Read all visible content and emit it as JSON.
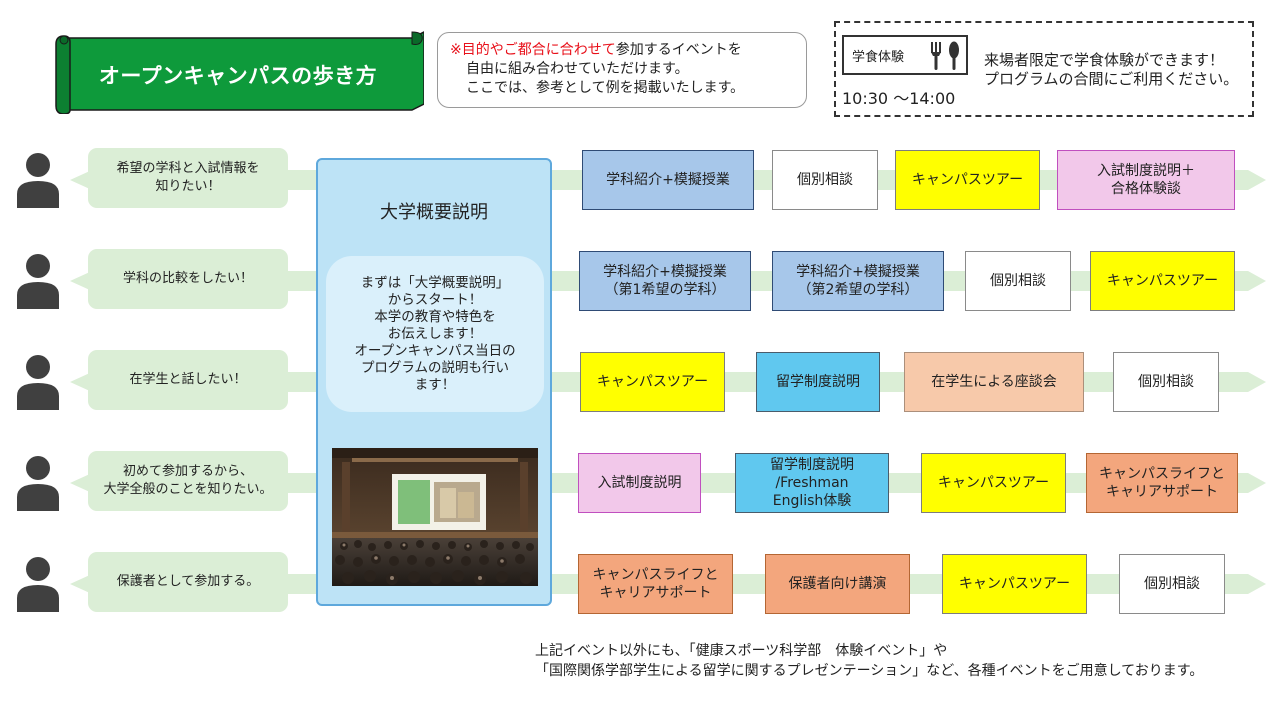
{
  "title": "オープンキャンパスの歩き方",
  "note": {
    "mark": "※",
    "highlight": "目的やご都合に合わせて",
    "line1_rest": "参加するイベントを",
    "line2": "自由に組み合わせていただけます。",
    "line3": "ここでは、参考として例を掲載いたします。"
  },
  "cafeteria": {
    "label": "学食体験",
    "time": "10:30 ～14:00",
    "desc_line1": "来場者限定で学食体験ができます！",
    "desc_line2": "プログラムの合間にご利用ください。"
  },
  "overview": {
    "title": "大学概要説明",
    "desc": "まずは「大学概要説明」\nからスタート！\n本学の教育や特色を\nお伝えします！\nオープンキャンパス当日の\nプログラムの説明も行い\nます！"
  },
  "rows": [
    {
      "need": "希望の学科と入試情報を\n知りたい！",
      "events": [
        "学科紹介+模擬授業",
        "個別相談",
        "キャンパスツアー",
        "入試制度説明＋\n合格体験談"
      ]
    },
    {
      "need": "学科の比較をしたい！",
      "events": [
        "学科紹介+模擬授業\n（第1希望の学科）",
        "学科紹介+模擬授業\n（第2希望の学科）",
        "個別相談",
        "キャンパスツアー"
      ]
    },
    {
      "need": "在学生と話したい！",
      "events": [
        "キャンパスツアー",
        "留学制度説明",
        "在学生による座談会",
        "個別相談"
      ]
    },
    {
      "need": "初めて参加するから、\n大学全般のことを知りたい。",
      "events": [
        "入試制度説明",
        "留学制度説明\n/Freshman\nEnglish体験",
        "キャンパスツアー",
        "キャンパスライフと\nキャリアサポート"
      ]
    },
    {
      "need": "保護者として参加する。",
      "events": [
        "キャンパスライフと\nキャリアサポート",
        "保護者向け講演",
        "キャンパスツアー",
        "個別相談"
      ]
    }
  ],
  "footer": {
    "line1": "上記イベント以外にも、「健康スポーツ科学部　体験イベント」や",
    "line2": "「国際関係学部学生による留学に関するプレゼンテーション」など、各種イベントをご用意しております。"
  },
  "colors": {
    "banner_green": "#0e9a3b",
    "bubble_green": "#dbeed6",
    "arrow_green": "#dbeed6",
    "panel_blue": "#bde3f6",
    "note_red": "#e8101a"
  }
}
